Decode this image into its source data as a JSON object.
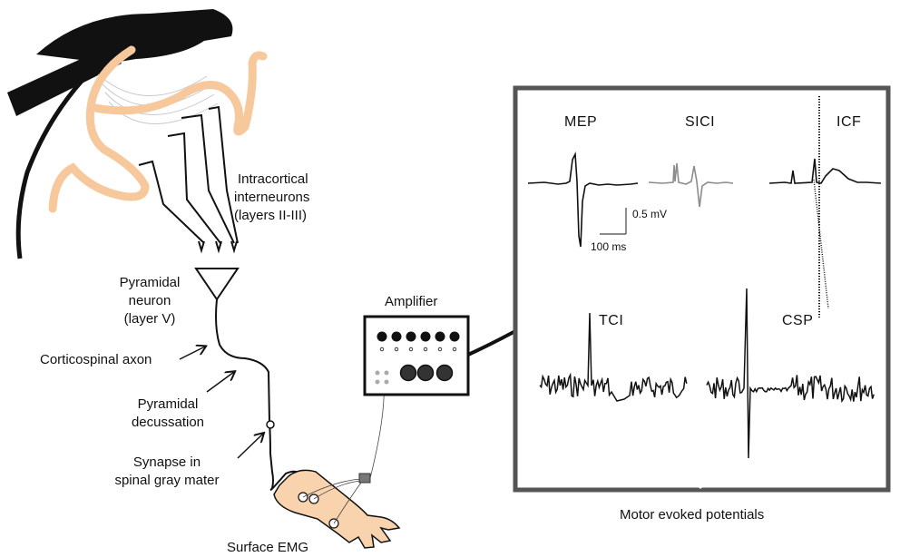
{
  "labels": {
    "interneurons_line1": "Intracortical",
    "interneurons_line2": "interneurons",
    "interneurons_line3": "(layers II-III)",
    "pyramidal_line1": "Pyramidal",
    "pyramidal_line2": "neuron",
    "pyramidal_line3": "(layer V)",
    "corticospinal_axon": "Corticospinal axon",
    "decussation_line1": "Pyramidal",
    "decussation_line2": "decussation",
    "synapse_line1": "Synapse in",
    "synapse_line2": "spinal gray mater",
    "surface_emg": "Surface EMG",
    "amplifier": "Amplifier",
    "motor_evoked_potentials": "Motor evoked potentials"
  },
  "traces": {
    "mep": "MEP",
    "sici": "SICI",
    "icf": "ICF",
    "tci": "TCI",
    "csp": "CSP"
  },
  "scale_bar": {
    "voltage": "0.5 mV",
    "time": "100 ms"
  },
  "colors": {
    "cortex": "#f7c89b",
    "skin": "#f8d3ad",
    "sici_trace": "#8c8c8c",
    "frame": "#555555"
  }
}
